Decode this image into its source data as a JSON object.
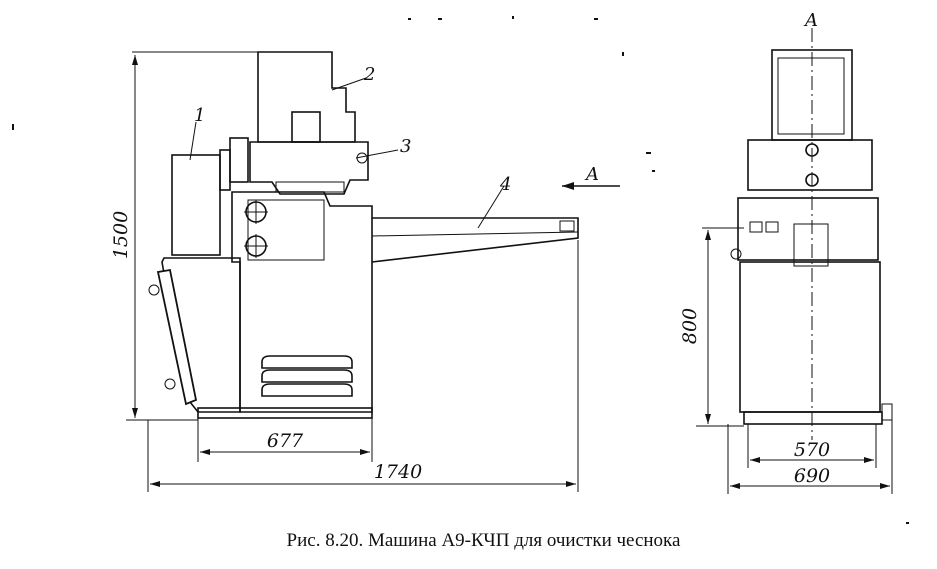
{
  "figure": {
    "caption": "Рис. 8.20. Машина А9-КЧП для очистки чеснока",
    "dimensions": {
      "height_total": "1500",
      "width_base": "677",
      "length_total": "1740",
      "height_lower": "800",
      "width_side_inner": "570",
      "width_side_outer": "690"
    },
    "callouts": [
      "1",
      "2",
      "3",
      "4"
    ],
    "view_marker": "A",
    "section_marker": "A"
  }
}
